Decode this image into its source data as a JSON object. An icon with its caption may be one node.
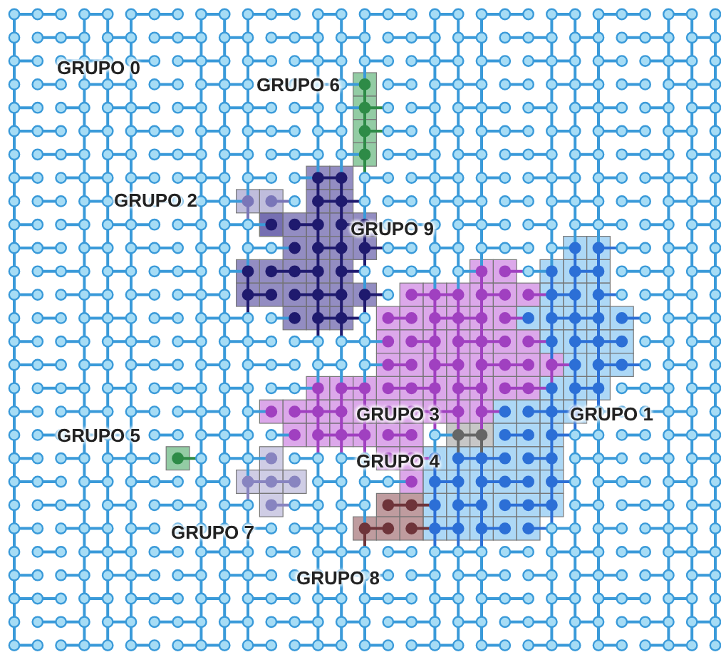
{
  "diagram": {
    "labels": [
      "GRUPO 0",
      "GRUPO 6",
      "GRUPO 2",
      "GRUPO 9",
      "GRUPO 3",
      "GRUPO 1",
      "GRUPO 5",
      "GRUPO 4",
      "GRUPO 7",
      "GRUPO 8"
    ]
  }
}
